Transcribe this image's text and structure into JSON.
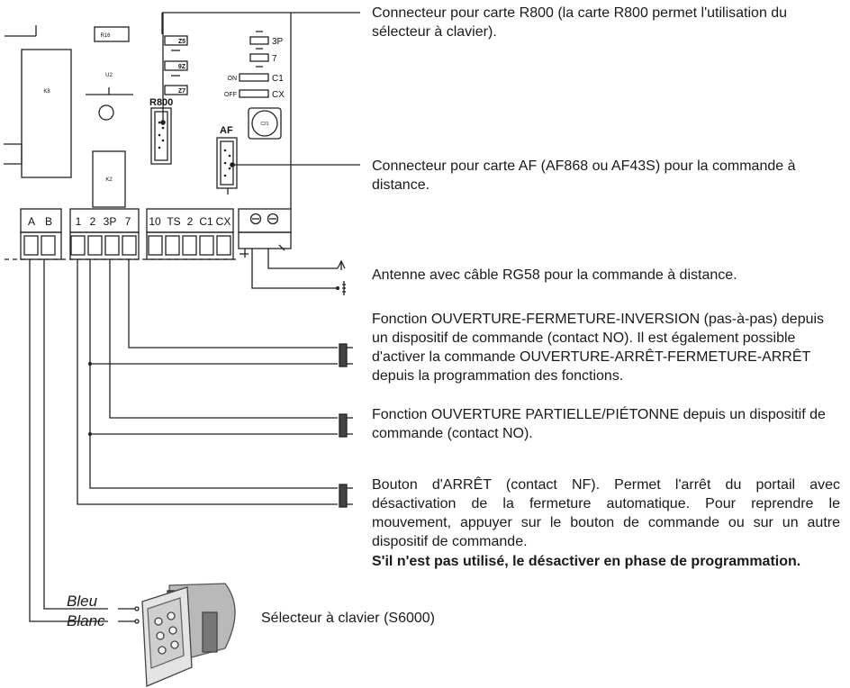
{
  "board": {
    "components": [
      "R16",
      "U2",
      "K8",
      "K2",
      "C21"
    ],
    "jumpers": [
      "Z5",
      "9Z",
      "Z7"
    ],
    "dip_labels": [
      "3P",
      "7",
      "C1",
      "CX"
    ],
    "dip_on": "ON",
    "dip_off": "OFF",
    "r800_label": "R800",
    "af_label": "AF"
  },
  "terminals": {
    "group1": [
      "A",
      "B"
    ],
    "group2": [
      "1",
      "2",
      "3P",
      "7"
    ],
    "group3": [
      "10",
      "TS",
      "2",
      "C1",
      "CX"
    ]
  },
  "descriptions": {
    "r800": "Connecteur pour carte R800 (la carte R800 permet l'utilisation du sélecteur à clavier).",
    "af": "Connecteur pour carte AF (AF868 ou AF43S) pour la commande à distance.",
    "antenna": "Antenne avec câble RG58 pour la commande à distance.",
    "stepbystep": "Fonction OUVERTURE-FERMETURE-INVERSION (pas-à-pas) depuis un dispositif de commande (contact NO). Il est également possible d'activer la commande OUVERTURE-ARRÊT-FERMETURE-ARRÊT depuis la programmation des fonctions.",
    "partial": "Fonction OUVERTURE PARTIELLE/PIÉTONNE depuis un dispositif de commande (contact NO).",
    "stop": "Bouton d'ARRÊT (contact NF). Permet l'arrêt du portail avec désactivation de la fermeture automatique. Pour reprendre le mouvement, appuyer sur le bouton de commande ou sur un autre dispositif de commande.",
    "stop_note": "S'il n'est pas utilisé, le désactiver en phase de programmation.",
    "selector": "Sélecteur à clavier (S6000)"
  },
  "wires": {
    "blue": "Bleu",
    "white": "Blanc"
  }
}
